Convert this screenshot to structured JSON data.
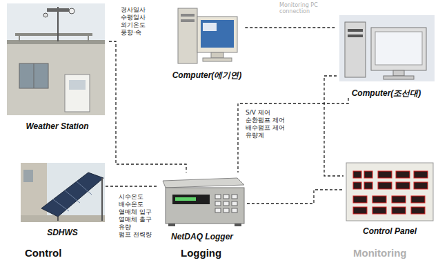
{
  "diagram": {
    "nodes": [
      {
        "text": [
          "Weather Station"
        ]
      },
      {
        "text": [
          "Computer(에기연)"
        ]
      },
      {
        "text": [
          "Computer(조선대)"
        ]
      },
      {
        "text": [
          "SDHWS"
        ]
      },
      {
        "text": [
          "NetDAQ Logger"
        ]
      },
      {
        "text": [
          "Control Panel"
        ]
      }
    ],
    "edges": [
      {
        "from": 0,
        "to": 4,
        "arrow": "none"
      },
      {
        "from": 3,
        "to": 4,
        "arrow": "none"
      },
      {
        "from": 4,
        "to": 5,
        "arrow": "none"
      },
      {
        "from": 2,
        "to": 5,
        "arrow": "none"
      },
      {
        "from": 1,
        "to": 2,
        "arrow": "none"
      },
      {
        "from": 2,
        "to": 4,
        "arrow": "none"
      }
    ],
    "labels": [
      "Monitoring PC connection",
      "경사일사",
      "수평일사",
      "외기온도",
      "풍향·속",
      "S/V 제어",
      "순환펌프 제어",
      "배수펌프 제어",
      "유량계",
      "시수온도",
      "배수온도",
      "열매체 입구",
      "열매체 출구",
      "유량",
      "펌프 전력량",
      "Control",
      "Logging",
      "Monitoring"
    ]
  }
}
